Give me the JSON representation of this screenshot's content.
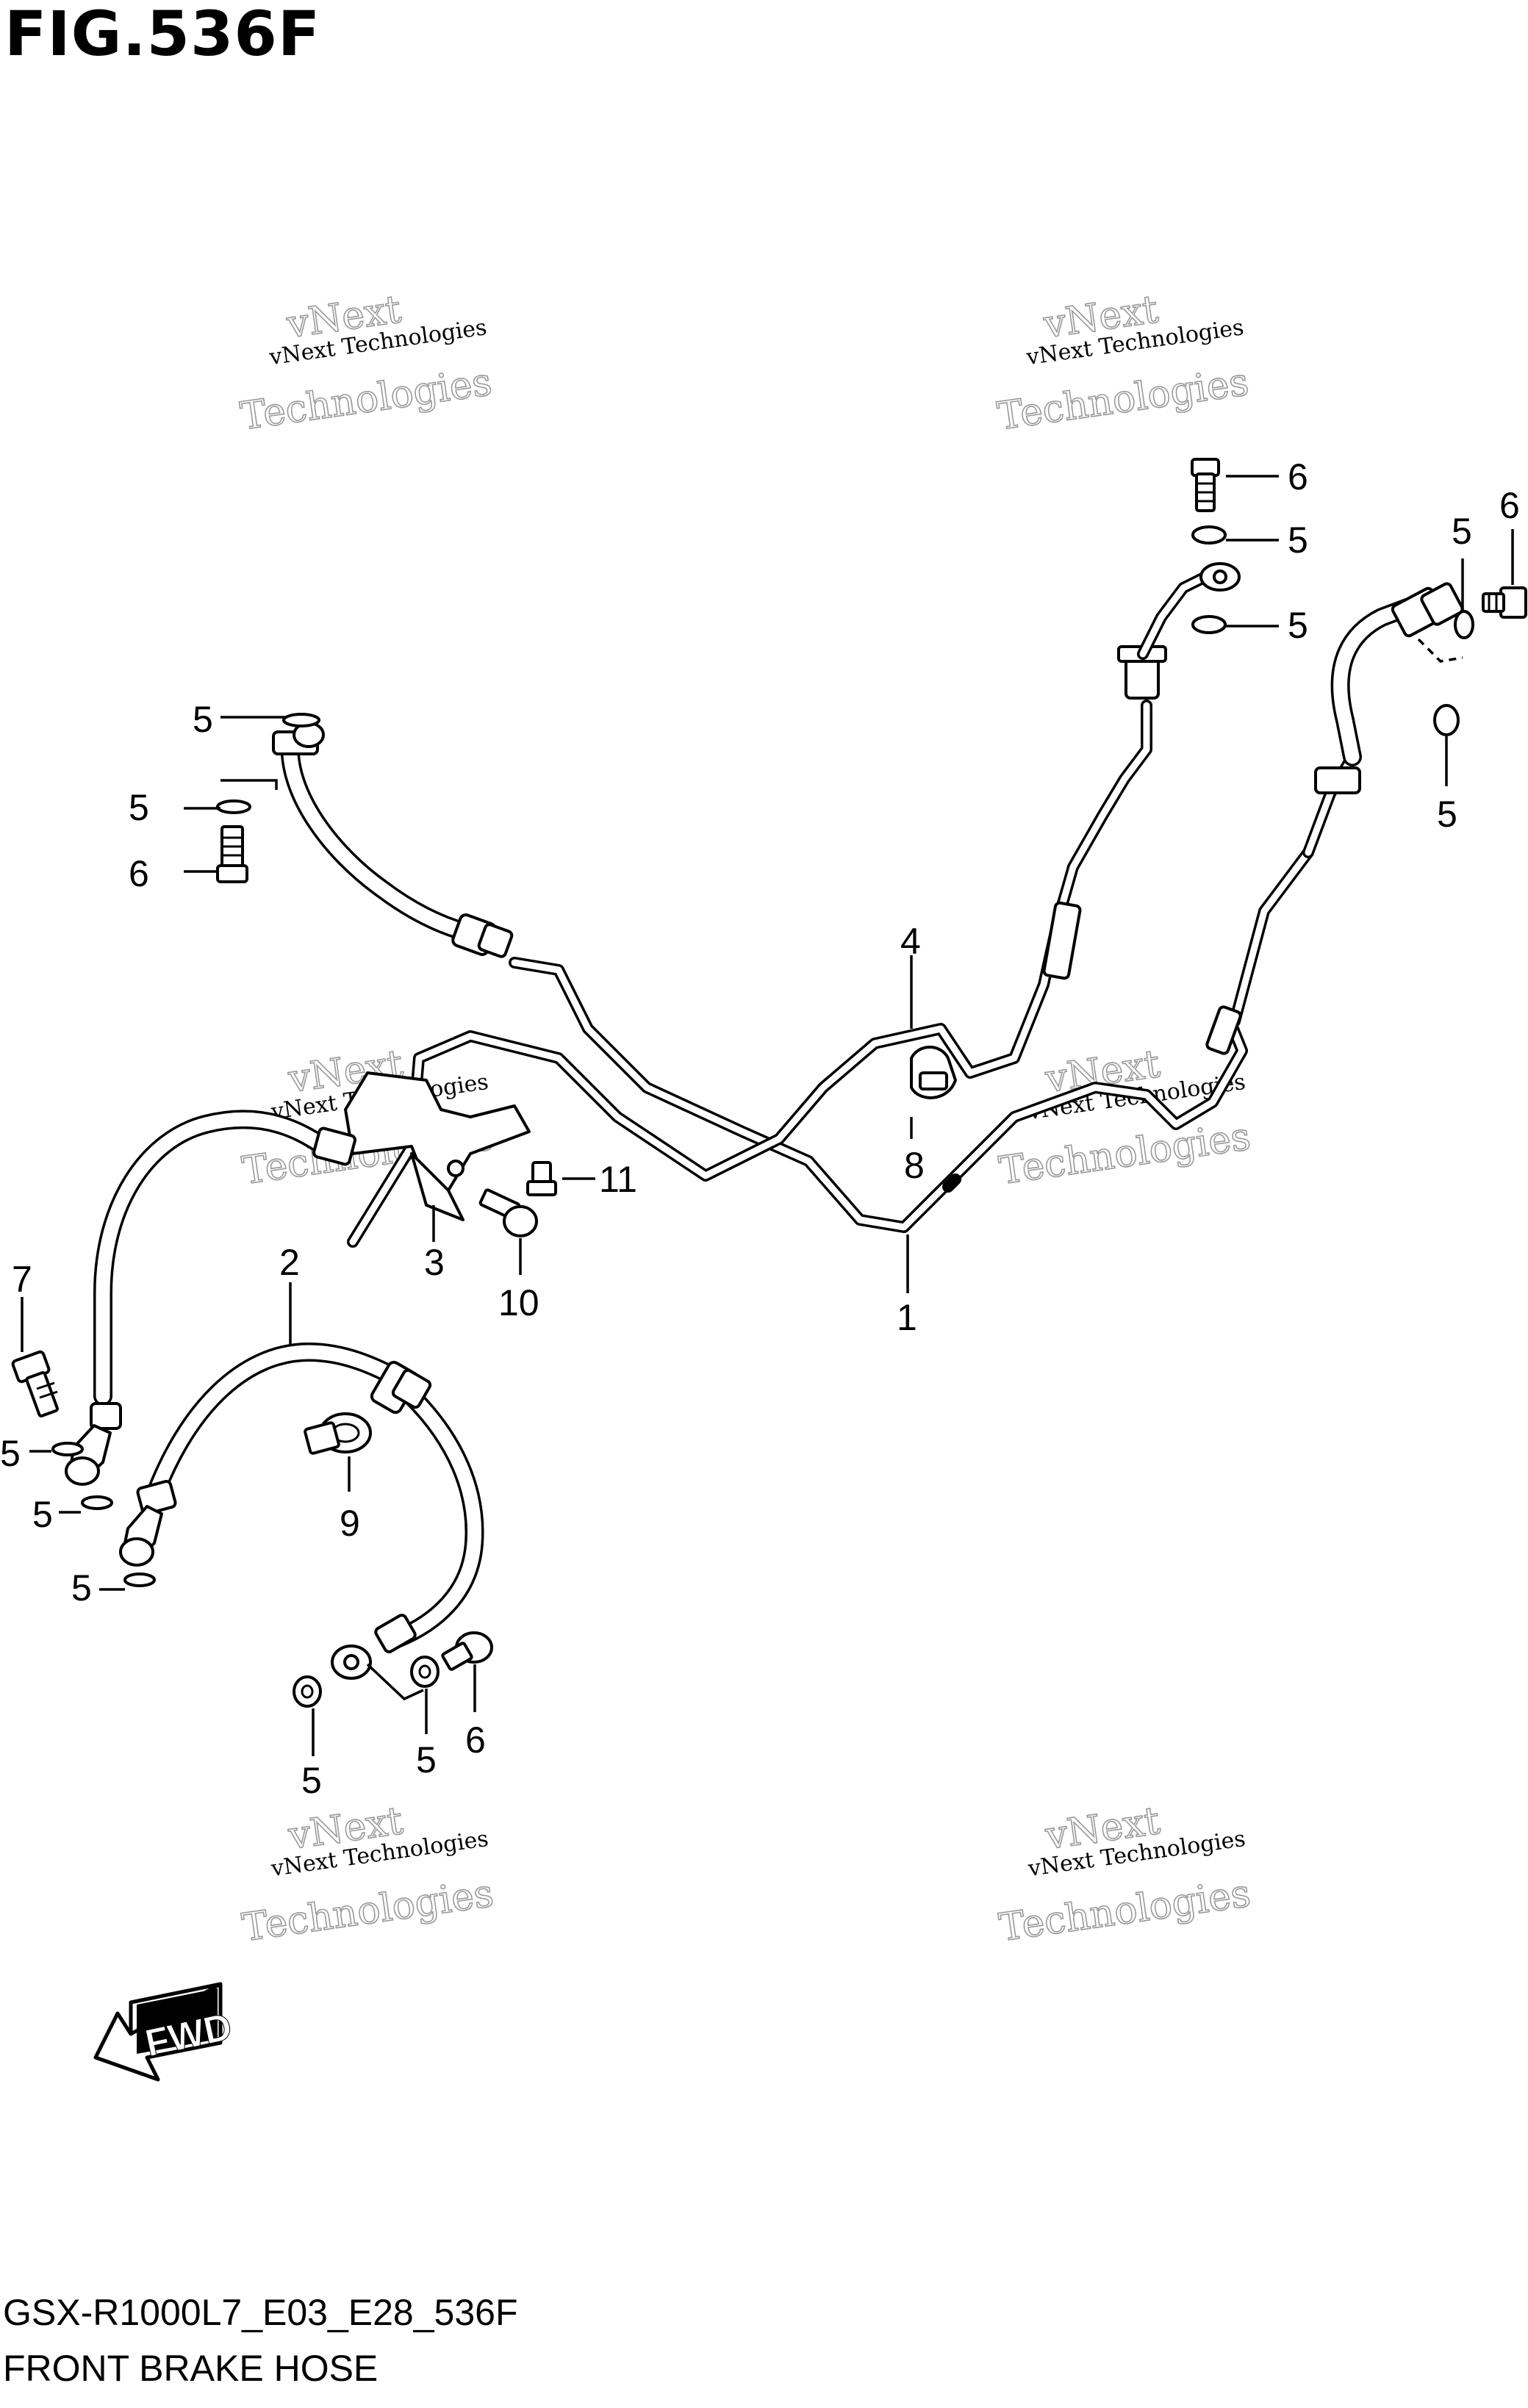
{
  "figure": {
    "title": "FIG.536F",
    "code": "GSX-R1000L7_E03_E28_536F",
    "caption": "FRONT BRAKE HOSE"
  },
  "watermark": {
    "small_text": "vNext Technologies",
    "big_line1": "vNext",
    "big_line2": "Technologies"
  },
  "direction_label": "FWD",
  "callouts": {
    "c1": "1",
    "c2": "2",
    "c3": "3",
    "c4": "4",
    "c5a": "5",
    "c5b": "5",
    "c5c": "5",
    "c5d": "5",
    "c5e": "5",
    "c5f": "5",
    "c5g": "5",
    "c5h": "5",
    "c5i": "5",
    "c5j": "5",
    "c5k": "5",
    "c6a": "6",
    "c6b": "6",
    "c6c": "6",
    "c6d": "6",
    "c7": "7",
    "c8": "8",
    "c9": "9",
    "c10": "10",
    "c11": "11"
  },
  "colors": {
    "ink": "#000000",
    "paper": "#ffffff",
    "watermark": "#9a9a9a"
  }
}
